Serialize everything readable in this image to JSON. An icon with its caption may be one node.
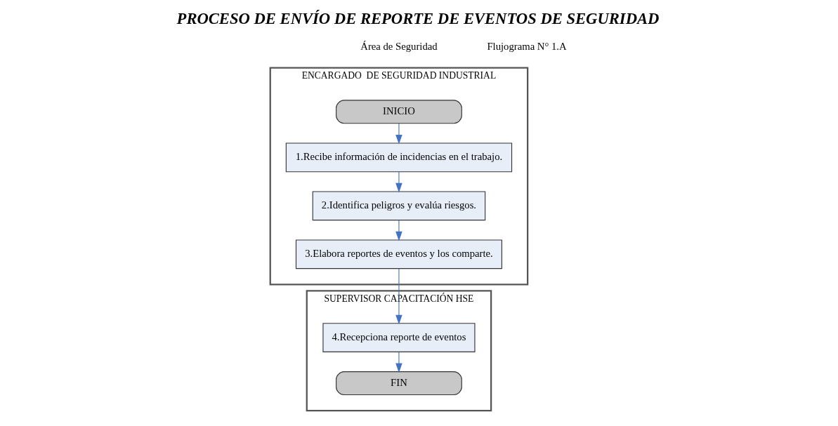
{
  "diagram": {
    "title": "PROCESO DE ENVÍO DE REPORTE DE EVENTOS DE SEGURIDAD",
    "nodes": [
      {
        "text": [
          "ENCARGADO  DE SEGURIDAD INDUSTRIAL"
        ]
      },
      {
        "text": [
          "INICIO"
        ],
        "in": 0
      },
      {
        "text": [
          "1.Recibe información de incidencias en el trabajo."
        ],
        "in": 0
      },
      {
        "text": [
          "2.Identifica peligros y evalúa riesgos."
        ],
        "in": 0
      },
      {
        "text": [
          "3.Elabora reportes de eventos y los comparte."
        ],
        "in": 0
      },
      {
        "text": [
          "SUPERVISOR CAPACITACIÓN HSE"
        ]
      },
      {
        "text": [
          "4.Recepciona reporte de eventos"
        ],
        "in": 5
      },
      {
        "text": [
          "FIN"
        ],
        "in": 5
      }
    ],
    "edges": [
      {
        "from": 1,
        "to": 2,
        "arrow": "to"
      },
      {
        "from": 2,
        "to": 3,
        "arrow": "to"
      },
      {
        "from": 3,
        "to": 4,
        "arrow": "to"
      },
      {
        "from": 4,
        "to": 6,
        "arrow": "to"
      },
      {
        "from": 6,
        "to": 7,
        "arrow": "to"
      }
    ],
    "labels": [
      "Área de Seguridad",
      "Flujograma N° 1.A"
    ]
  }
}
